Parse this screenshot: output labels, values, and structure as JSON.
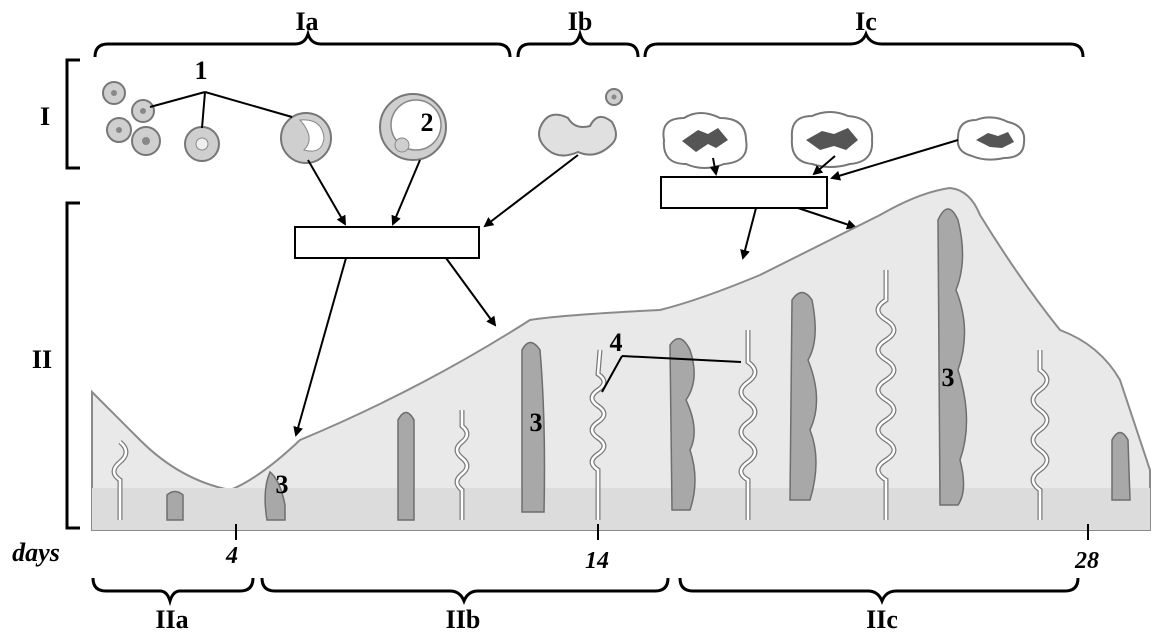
{
  "labels": {
    "row_I": "I",
    "row_II": "II",
    "top_Ia": "Ia",
    "top_Ib": "Ib",
    "top_Ic": "Ic",
    "bottom_IIa": "IIa",
    "bottom_IIb": "IIb",
    "bottom_IIc": "IIc",
    "marker_1": "1",
    "marker_2": "2",
    "marker_3": "3",
    "marker_4": "4"
  },
  "axis": {
    "title": "days",
    "tick_4": "4",
    "tick_14": "14",
    "tick_28": "28"
  }
}
